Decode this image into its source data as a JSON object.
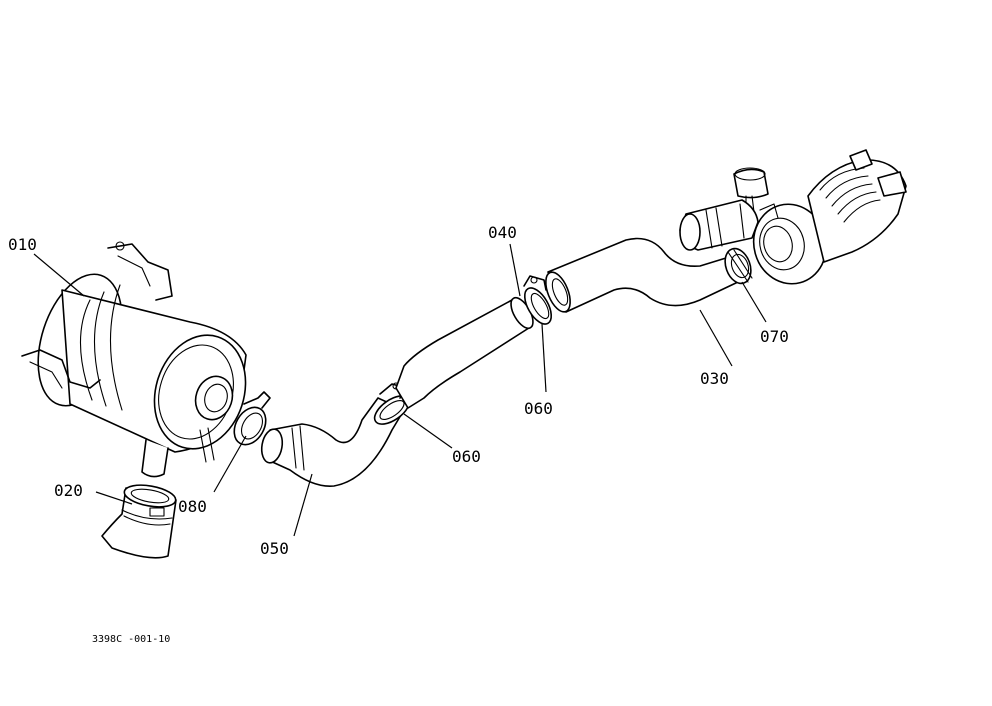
{
  "parts": [
    {
      "id": "p010",
      "label": "010"
    },
    {
      "id": "p020",
      "label": "020"
    },
    {
      "id": "p030",
      "label": "030"
    },
    {
      "id": "p040",
      "label": "040"
    },
    {
      "id": "p050",
      "label": "050"
    },
    {
      "id": "p060a",
      "label": "060"
    },
    {
      "id": "p060b",
      "label": "060"
    },
    {
      "id": "p070",
      "label": "070"
    },
    {
      "id": "p080",
      "label": "080"
    }
  ],
  "drawing_code": "3398C -001-10"
}
